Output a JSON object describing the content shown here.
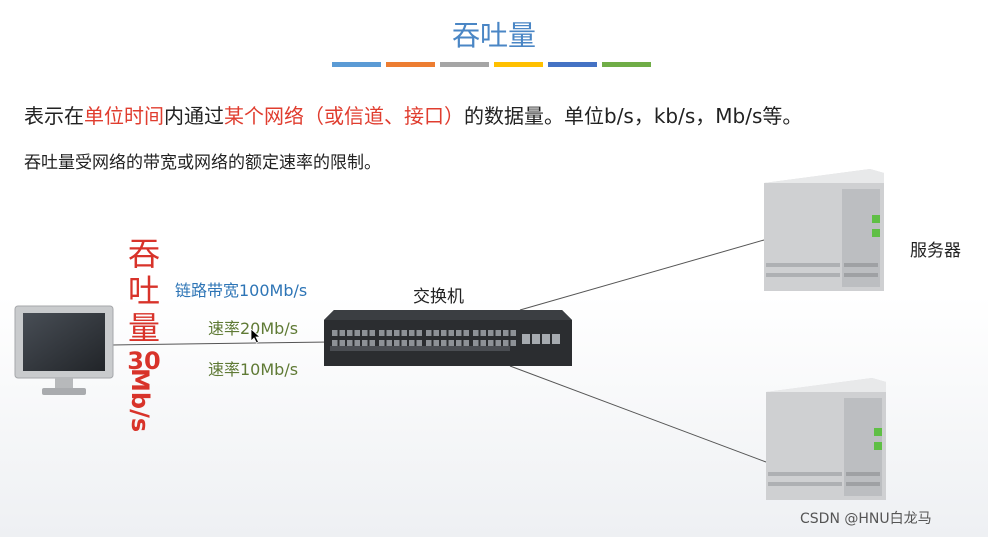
{
  "title": "吞吐量",
  "colors": {
    "accent_bar": [
      "#5b9bd5",
      "#ed7d31",
      "#a5a5a5",
      "#ffc000",
      "#4472c4",
      "#70ad47"
    ],
    "highlight_red": "#e03d2f",
    "title_blue": "#4a86c5"
  },
  "definition": {
    "p1": "表示在",
    "p2": "单位时间",
    "p3": "内通过",
    "p4": "某个网络（或信道、接口）",
    "p5": "的数据量。单位b/s，kb/s，Mb/s等。"
  },
  "limitation": "吞吐量受网络的带宽或网络的额定速率的限制。",
  "diagram": {
    "throughput_chars": [
      "吞",
      "吐",
      "量"
    ],
    "throughput_value": "30",
    "throughput_unit": "Mb/s",
    "bandwidth_label": "链路带宽100Mb/s",
    "rate1_label": "速率20Mb/s",
    "rate2_label": "速率10Mb/s",
    "switch_label": "交换机",
    "server_label": "服务器",
    "icons": [
      "monitor-icon",
      "switch-icon",
      "server-icon",
      "server-icon",
      "cursor-icon"
    ]
  },
  "watermark": "CSDN @HNU白龙马"
}
